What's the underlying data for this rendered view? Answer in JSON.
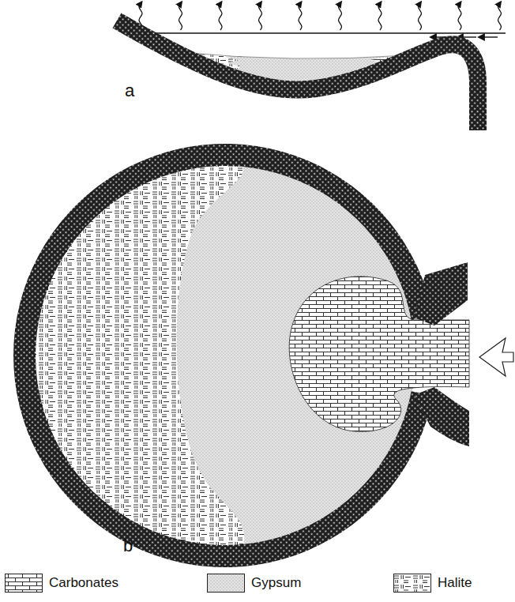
{
  "diagram": {
    "labels": [
      "a",
      "b"
    ],
    "legend": [
      {
        "text": "Carbonates"
      },
      {
        "text": "Gypsum"
      },
      {
        "text": "Halite"
      }
    ]
  }
}
